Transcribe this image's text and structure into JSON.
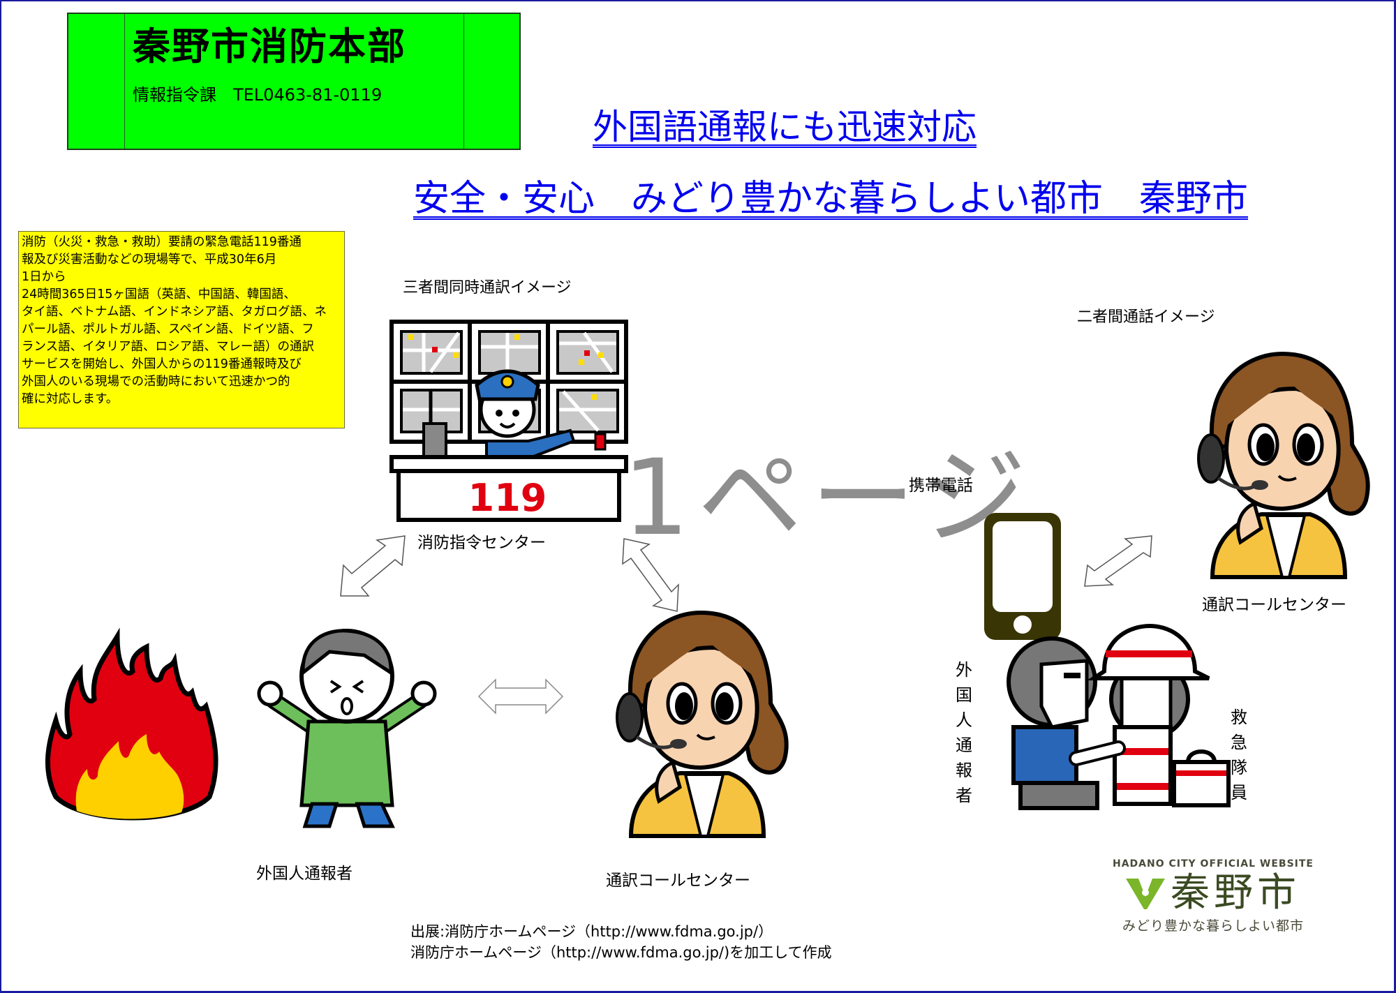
{
  "header": {
    "department": "秦野市消防本部",
    "section_contact": "情報指令課　TEL0463-81-0119",
    "colors": {
      "background": "#00ff00"
    }
  },
  "headings": {
    "main": "外国語通報にも迅速対応",
    "slogan": "安全・安心　みどり豊かな暮らしよい都市　秦野市",
    "color": "#0000ee"
  },
  "info_box": {
    "text": "消防（火災・救急・救助）要請の緊急電話119番通\n報及び災害活動などの現場等で、平成30年6月\n1日から\n24時間365日15ヶ国語（英語、中国語、韓国語、\nタイ語、ベトナム語、インドネシア語、タガログ語、ネ\nパール語、ポルトガル語、スペイン語、ドイツ語、フ\nランス語、イタリア語、ロシア語、マレー語）の通訳\nサービスを開始し、外国人からの119番通報時及び\n外国人のいる現場での活動時において迅速かつ的\n確に対応します。",
    "color": "#ffff00"
  },
  "diagram_left": {
    "title": "三者間同時通訳イメージ",
    "dispatch_center_label": "消防指令センター",
    "desk_number": "119",
    "caller_label": "外国人通報者",
    "interpreter_label": "通訳コールセンター"
  },
  "diagram_right": {
    "title": "二者間通話イメージ",
    "phone_label": "携帯電話",
    "interpreter_label": "通訳コールセンター",
    "caller_label_vertical": [
      "外",
      "国",
      "人",
      "通",
      "報",
      "者"
    ],
    "paramedic_label_vertical": [
      "救",
      "急",
      "隊",
      "員"
    ]
  },
  "watermark": "1ページ",
  "credits": {
    "line1": "出展:消防庁ホームページ（http://www.fdma.go.jp/）",
    "line2": "消防庁ホームページ（http://www.fdma.go.jp/)を加工して作成"
  },
  "logo": {
    "tagline_en": "HADANO CITY OFFICIAL WEBSITE",
    "city_name": "秦野市",
    "slogan": "みどり豊かな暮らしよい都市",
    "color": "#7ab52a"
  }
}
